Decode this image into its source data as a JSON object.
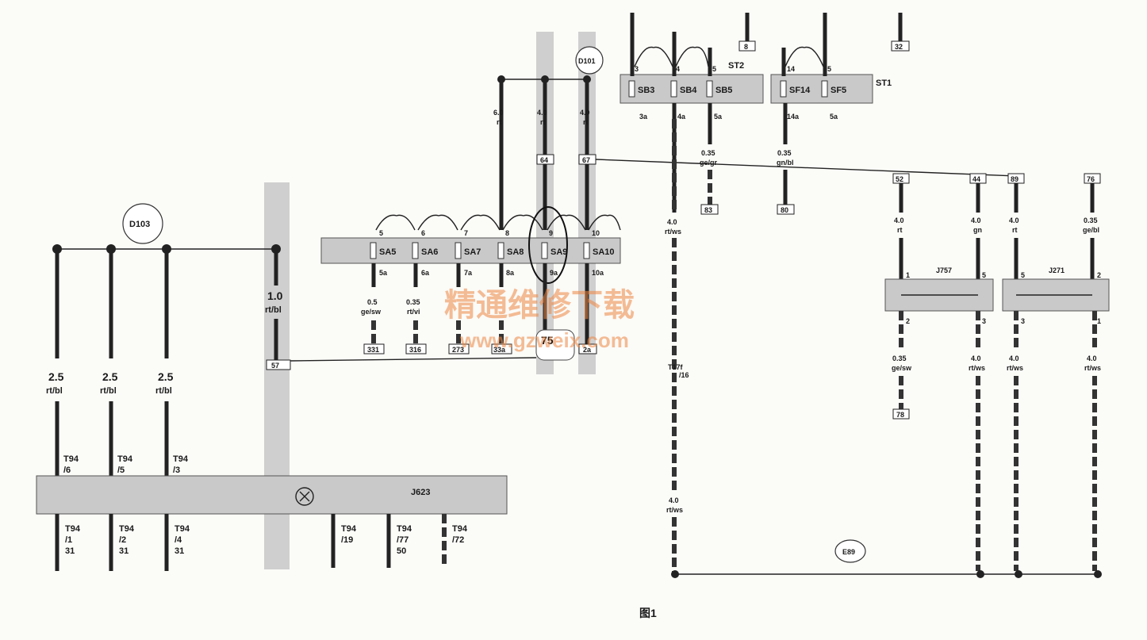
{
  "caption": "图1",
  "watermark": {
    "line1": "精通维修下载",
    "line2": "www.gzweix.com"
  },
  "nodes": {
    "d101": "D101",
    "d103": "D103",
    "e89": "E89"
  },
  "bars": {
    "st1": "ST1",
    "st2": "ST2",
    "j623": "J623",
    "j757": "J757",
    "j271": "J271"
  },
  "fuses_top": [
    "SB3",
    "SB4",
    "SB5",
    "SF14",
    "SF5"
  ],
  "fuses_sa": [
    "SA5",
    "SA6",
    "SA7",
    "SA8",
    "SA9",
    "SA10"
  ],
  "pins_top": [
    "3",
    "4",
    "5",
    "14",
    "5"
  ],
  "pins_top_bottom": [
    "3a",
    "4a",
    "5a",
    "14a",
    "5a"
  ],
  "pins_sa_top": [
    "5",
    "6",
    "7",
    "8",
    "9",
    "10"
  ],
  "pins_sa_bottom": [
    "5a",
    "6a",
    "7a",
    "8a",
    "9a",
    "10a"
  ],
  "boxes": {
    "b8": "8",
    "b32": "32",
    "b64": "64",
    "b67": "67",
    "b52": "52",
    "b44": "44",
    "b83": "83",
    "b76": "76",
    "b80": "80",
    "b89": "89",
    "b331": "331",
    "b316": "316",
    "b273": "273",
    "b33a": "33a",
    "b75": "75",
    "b2a": "2a",
    "b57": "57",
    "b78": "78"
  },
  "wires": {
    "w60rt": [
      "6.0",
      "rt"
    ],
    "w40rt_a": [
      "4.0",
      "rt"
    ],
    "w40rt_b": [
      "4.0",
      "rt"
    ],
    "w035_gelgr": [
      "0.35",
      "ge/gr"
    ],
    "w035_gnbl": [
      "0.35",
      "gn/bl"
    ],
    "w40rtws_1": [
      "4.0",
      "rt/ws"
    ],
    "w40rtws_2": [
      "4.0",
      "rt/ws"
    ],
    "w40rt_c": [
      "4.0",
      "rt"
    ],
    "w40gn": [
      "4.0",
      "gn"
    ],
    "w40rt_d": [
      "4.0",
      "rt"
    ],
    "w035gebl": [
      "0.35",
      "ge/bl"
    ],
    "w05gesw": [
      "0.5",
      "ge/sw"
    ],
    "w035rtvi": [
      "0.35",
      "rt/vi"
    ],
    "w10rtbl": [
      "1.0",
      "rt/bl"
    ],
    "w25rtbl": [
      "2.5",
      "rt/bl"
    ],
    "w035gesw": [
      "0.35",
      "ge/sw"
    ],
    "w40rtws_3": [
      "4.0",
      "rt/ws"
    ],
    "w40rtws_4": [
      "4.0",
      "rt/ws"
    ],
    "w40rtws_5": [
      "4.0",
      "rt/ws"
    ],
    "t17f": [
      "T17f",
      "/16"
    ]
  },
  "relay_pins": {
    "j757_top": [
      "1",
      "5"
    ],
    "j757_bottom": [
      "2",
      "3"
    ],
    "j271_top": [
      "5",
      "2"
    ],
    "j271_bottom": [
      "3",
      "1"
    ]
  },
  "t94_top": [
    [
      "T94",
      "/6"
    ],
    [
      "T94",
      "/5"
    ],
    [
      "T94",
      "/3"
    ]
  ],
  "t94_bottom": [
    [
      "T94",
      "/1",
      "31"
    ],
    [
      "T94",
      "/2",
      "31"
    ],
    [
      "T94",
      "/4",
      "31"
    ],
    [
      "T94",
      "/19",
      ""
    ],
    [
      "T94",
      "/77",
      "50"
    ],
    [
      "T94",
      "/72",
      ""
    ]
  ]
}
